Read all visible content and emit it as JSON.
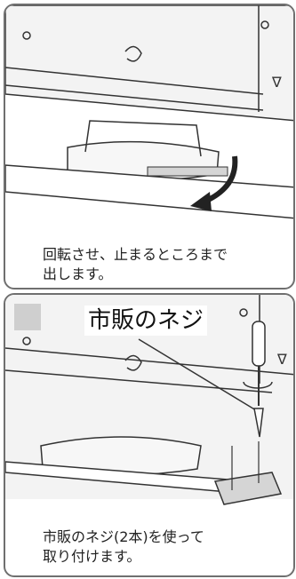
{
  "step1": {
    "caption": "回転させ、止まるところまで\n出します。"
  },
  "step2": {
    "label": "市販のネジ",
    "caption": "市販のネジ(2本)を使って\n取り付けます。"
  },
  "colors": {
    "frame": "#6f6f6f",
    "line": "#333333",
    "shade": "#cfcfcf",
    "arrow": "#222222"
  }
}
